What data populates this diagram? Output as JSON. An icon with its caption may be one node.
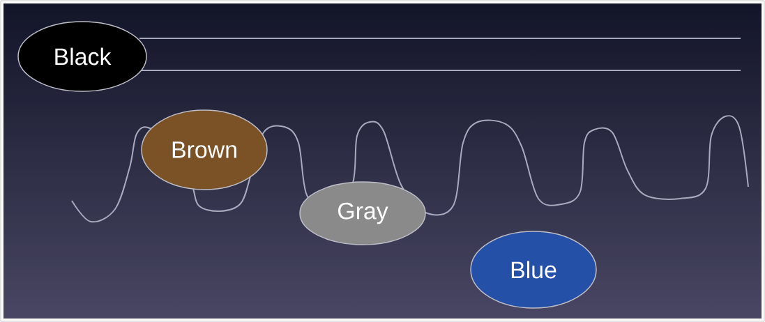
{
  "diagram": {
    "nodes": [
      {
        "text": [
          "Black"
        ]
      },
      {
        "text": [
          "Brown"
        ]
      },
      {
        "text": [
          "Gray"
        ]
      },
      {
        "text": [
          "Blue"
        ]
      }
    ]
  }
}
